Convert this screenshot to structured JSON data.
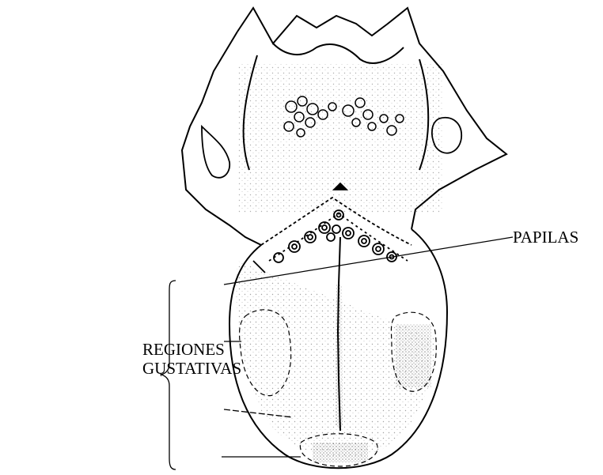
{
  "labels": {
    "papilas": "PAPILAS",
    "regiones_line1": "REGIONES",
    "regiones_line2": "GUSTATIVAS"
  },
  "colors": {
    "ink": "#000000",
    "background": "#ffffff"
  }
}
